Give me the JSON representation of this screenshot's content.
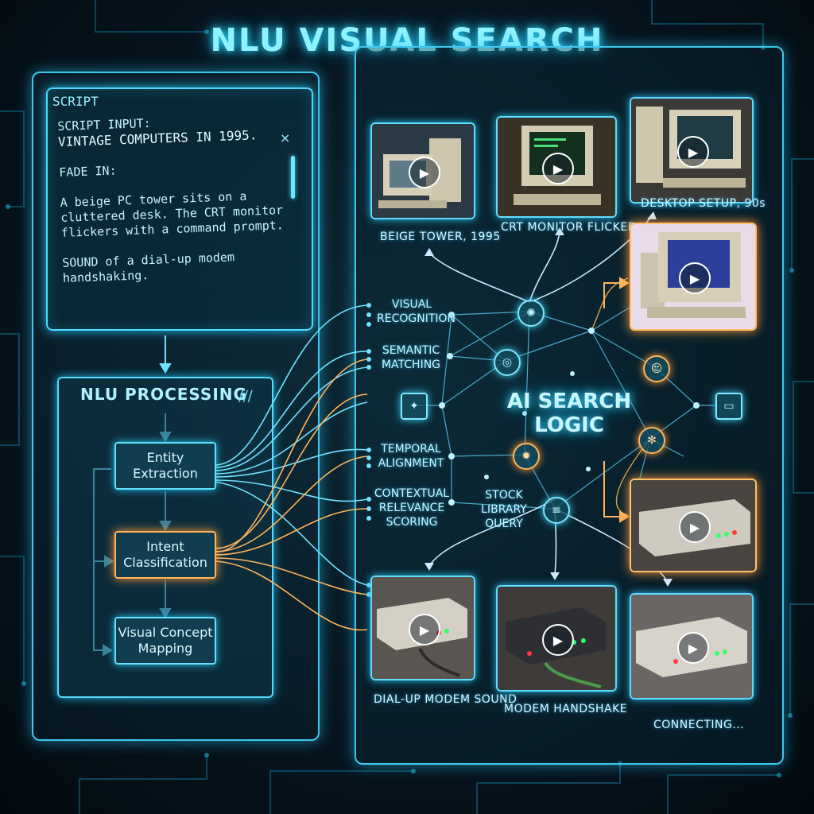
{
  "title": "NLU VISUAL SEARCH",
  "script": {
    "tab_label": "SCRIPT",
    "close_glyph": "×",
    "line1": "SCRIPT INPUT:",
    "line2": "VINTAGE COMPUTERS IN 1995.",
    "line3": "FADE IN:",
    "line4": "A beige PC tower sits on a cluttered desk. The CRT monitor flickers with a command prompt.",
    "line5": "SOUND of a dial-up modem handshaking."
  },
  "nlu": {
    "title": "NLU PROCESSING",
    "steps": [
      "Entity Extraction",
      "Intent Classification",
      "Visual Concept Mapping"
    ]
  },
  "logic": {
    "center_label": "AI SEARCH LOGIC",
    "labels": {
      "visual": "VISUAL RECOGNITION",
      "semantic": "SEMANTIC MATCHING",
      "temporal": "TEMPORAL ALIGNMENT",
      "contextual": "CONTEXTUAL RELEVANCE SCORING",
      "stock": "STOCK LIBRARY QUERY"
    }
  },
  "results": {
    "top": [
      {
        "caption": "BEIGE TOWER, 1995",
        "icon": "play-icon"
      },
      {
        "caption": "CRT MONITOR FLICKER",
        "icon": "play-icon"
      },
      {
        "caption": "DESKTOP SETUP, 90s",
        "icon": "play-icon"
      }
    ],
    "bottom": [
      {
        "caption": "DIAL-UP MODEM SOUND",
        "icon": "play-icon"
      },
      {
        "caption": "MODEM HANDSHAKE",
        "icon": "play-icon"
      },
      {
        "caption": "CONNECTING...",
        "icon": "play-icon"
      }
    ]
  },
  "colors": {
    "accent_cyan": "#4fd8ff",
    "accent_orange": "#ffb45a",
    "background": "#071620"
  }
}
